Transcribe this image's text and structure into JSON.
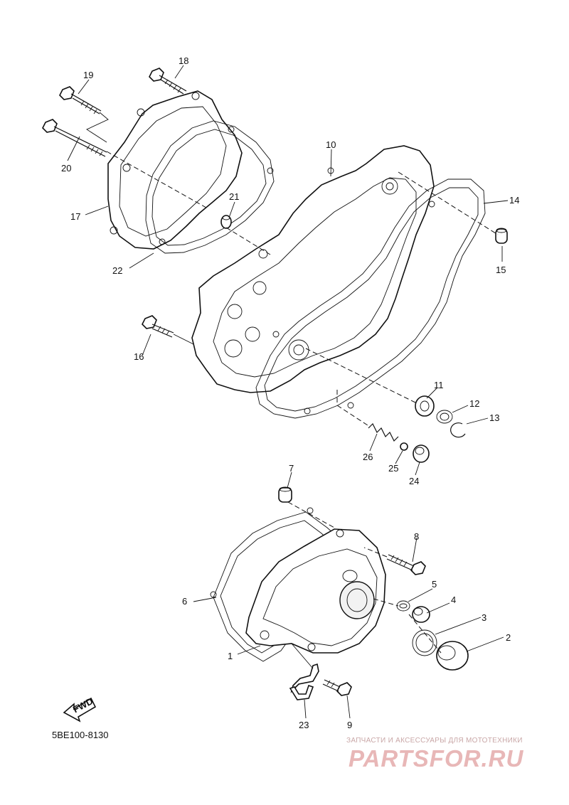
{
  "diagram": {
    "callouts": [
      {
        "id": "1",
        "label": "1"
      },
      {
        "id": "2",
        "label": "2"
      },
      {
        "id": "3",
        "label": "3"
      },
      {
        "id": "4",
        "label": "4"
      },
      {
        "id": "5",
        "label": "5"
      },
      {
        "id": "6",
        "label": "6"
      },
      {
        "id": "7",
        "label": "7"
      },
      {
        "id": "8",
        "label": "8"
      },
      {
        "id": "9",
        "label": "9"
      },
      {
        "id": "10",
        "label": "10"
      },
      {
        "id": "11",
        "label": "11"
      },
      {
        "id": "12",
        "label": "12"
      },
      {
        "id": "13",
        "label": "13"
      },
      {
        "id": "14",
        "label": "14"
      },
      {
        "id": "15",
        "label": "15"
      },
      {
        "id": "16",
        "label": "16"
      },
      {
        "id": "17",
        "label": "17"
      },
      {
        "id": "18",
        "label": "18"
      },
      {
        "id": "19",
        "label": "19"
      },
      {
        "id": "20",
        "label": "20"
      },
      {
        "id": "21",
        "label": "21"
      },
      {
        "id": "22",
        "label": "22"
      },
      {
        "id": "23",
        "label": "23"
      },
      {
        "id": "24",
        "label": "24"
      },
      {
        "id": "25",
        "label": "25"
      },
      {
        "id": "26",
        "label": "26"
      }
    ],
    "fwd_label": "FWD",
    "drawing_code": "5BE100-8130"
  },
  "watermark": {
    "subtitle": "ЗАПЧАСТИ И АКСЕССУАРЫ ДЛЯ МОТОТЕХНИКИ",
    "logo": "PARTSFOR.RU"
  },
  "colors": {
    "ink": "#111111",
    "watermark": "#e8b7b7"
  }
}
